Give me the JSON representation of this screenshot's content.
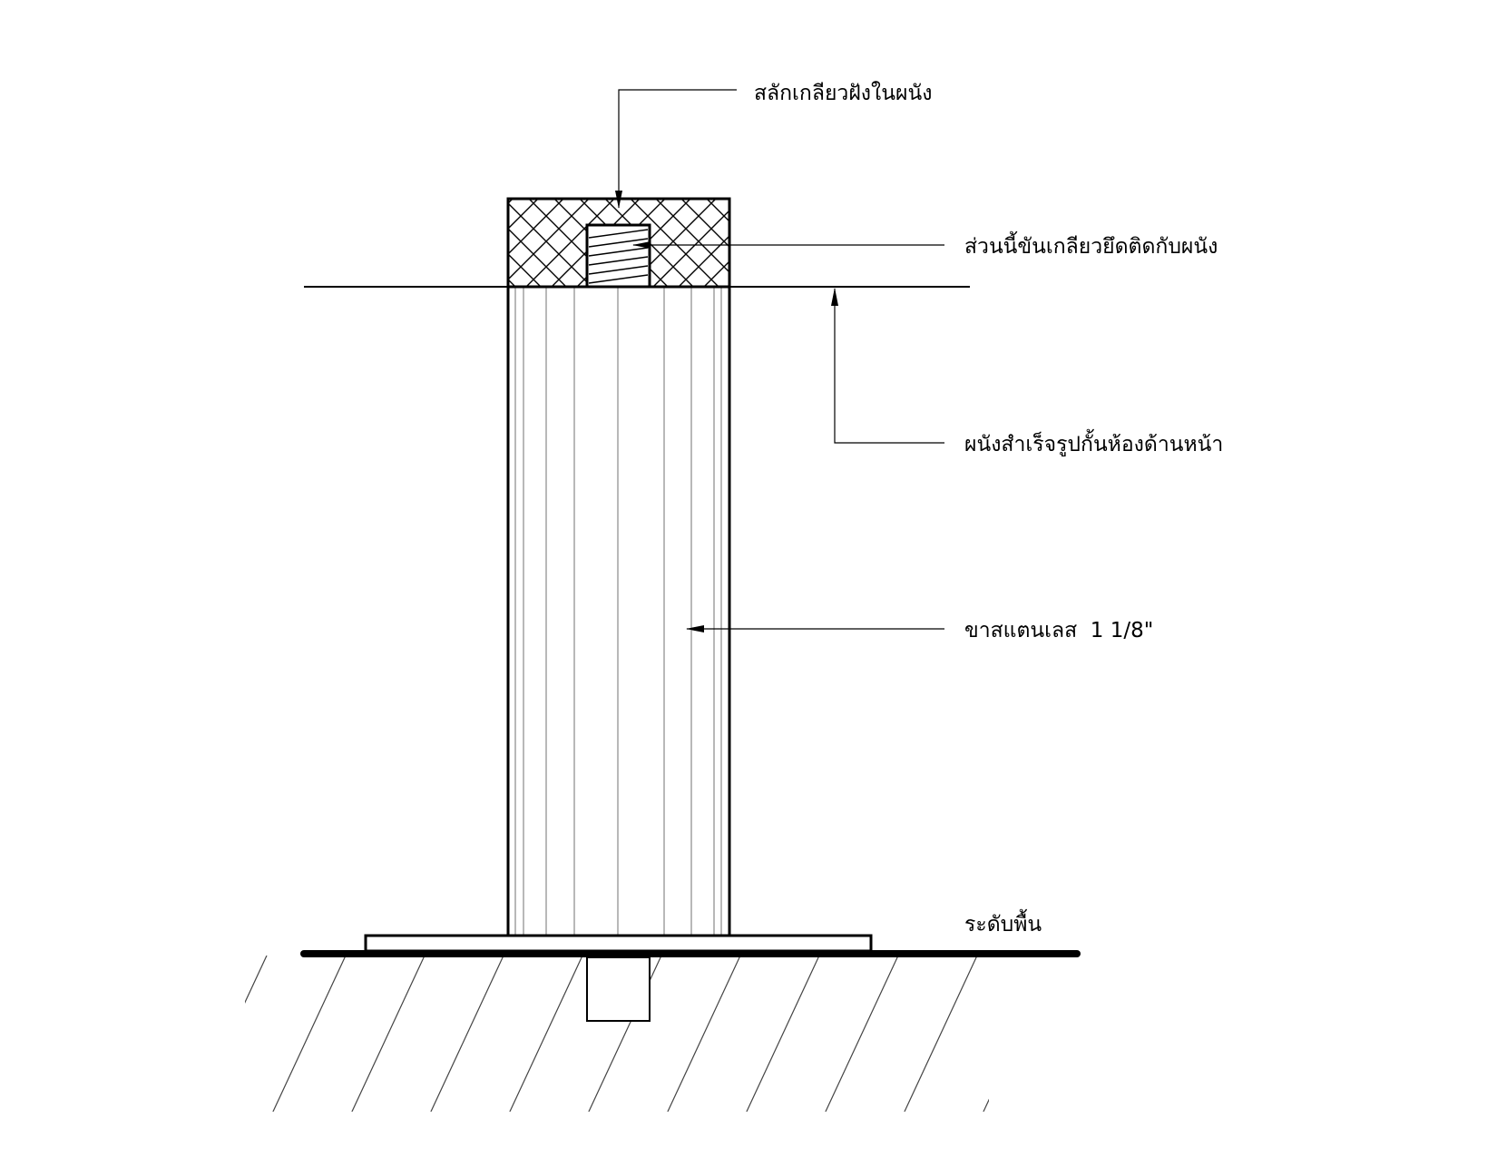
{
  "labels": {
    "bolt": "สลักเกลียวฝังในผนัง",
    "threaded_part": "ส่วนนี้ขันเกลียวยึดติดกับผนัง",
    "wall_panel": "ผนังสำเร็จรูปกั้นห้องด้านหน้า",
    "stainless_leg": "ขาสแตนเลส  1 1/8\"",
    "floor_level": "ระดับพื้น"
  },
  "colors": {
    "line": "#000000",
    "thin_line": "#808080",
    "background": "#ffffff"
  }
}
